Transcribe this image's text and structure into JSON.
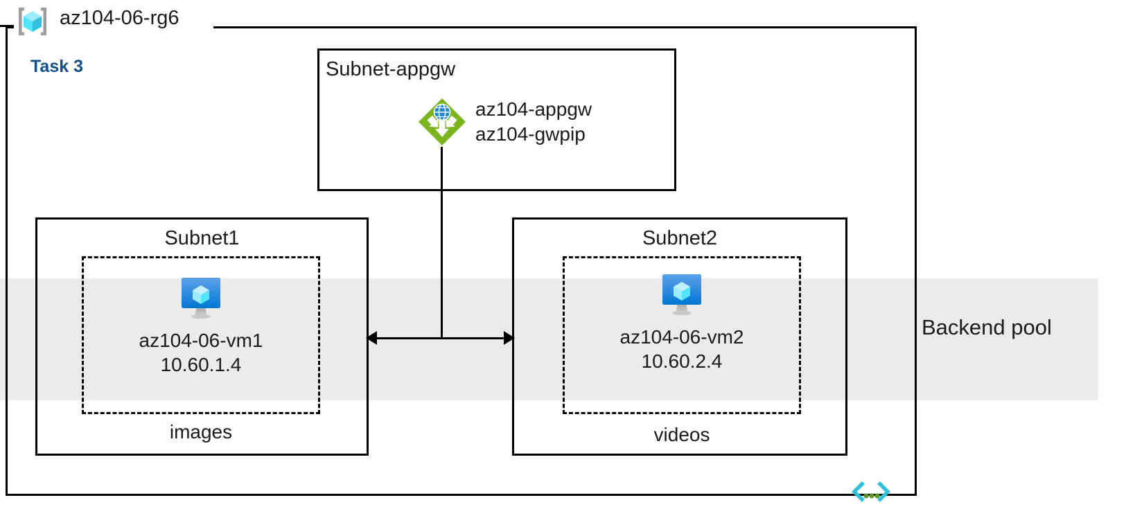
{
  "diagram": {
    "resource_group": {
      "name": "az104-06-rg6",
      "icon": "resource-group-cube-icon"
    },
    "task": {
      "label": "Task 3",
      "color": "#11508a"
    },
    "backend_pool": {
      "label": "Backend pool",
      "band_color": "#ebebeb"
    },
    "subnets": [
      {
        "id": "subnet-appgw",
        "title": "Subnet-appgw",
        "resources": [
          {
            "icon": "application-gateway-icon",
            "lines": [
              "az104-appgw",
              "az104-gwpip"
            ]
          }
        ]
      },
      {
        "id": "subnet1",
        "title": "Subnet1",
        "vm": {
          "icon": "virtual-machine-icon",
          "name": "az104-06-vm1",
          "ip": "10.60.1.4"
        },
        "storage_label": "images"
      },
      {
        "id": "subnet2",
        "title": "Subnet2",
        "vm": {
          "icon": "virtual-machine-icon",
          "name": "az104-06-vm2",
          "ip": "10.60.2.4"
        },
        "storage_label": "videos"
      }
    ],
    "icons": {
      "code_brackets": "code-brackets-icon"
    },
    "colors": {
      "appgw_green": "#7ab51d",
      "vm_blue_top": "#5ea0ea",
      "vm_blue_bottom": "#0078d4",
      "cube_cyan": "#50e6ff",
      "rg_bracket_gray": "#9e9e9e",
      "line_black": "#000000",
      "code_icon_cyan": "#32bedd",
      "code_icon_green": "#5e9624"
    }
  }
}
